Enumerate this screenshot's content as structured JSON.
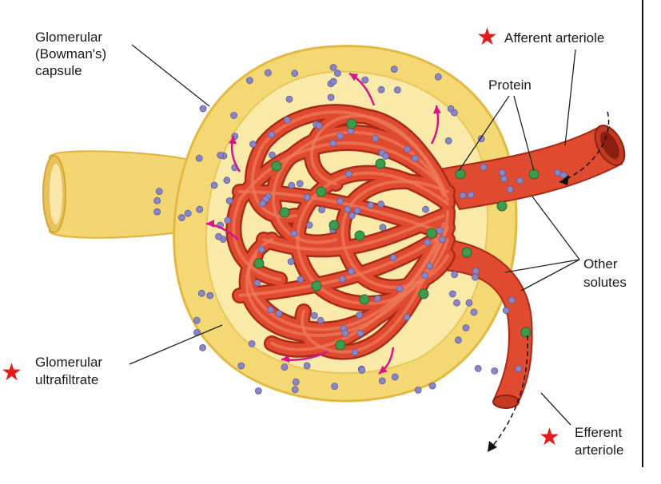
{
  "colors": {
    "capsule_fill": "#f5dc7a",
    "capsule_edge": "#e6bd45",
    "capsule_inner": "#f9e9a6",
    "vessel": "#e04a2f",
    "vessel_dark": "#b9301d",
    "vessel_light": "#f07a5c",
    "solute_dot": "#8a86c4",
    "protein_dot": "#3e9a4d",
    "arrow": "#d8148a",
    "star": "#e31b1b"
  },
  "labels": {
    "glomerular_capsule": [
      "Glomerular",
      "(Bowman's)",
      "capsule"
    ],
    "afferent_arteriole": "Afferent arteriole",
    "protein": "Protein",
    "other_solutes": [
      "Other",
      "solutes"
    ],
    "glomerular_ultrafiltrate": [
      "Glomerular",
      "ultrafiltrate"
    ],
    "efferent_arteriole": [
      "Efferent",
      "arteriole"
    ]
  },
  "stars": {
    "afferent": "★",
    "ultrafiltrate": "★",
    "efferent": "★"
  }
}
